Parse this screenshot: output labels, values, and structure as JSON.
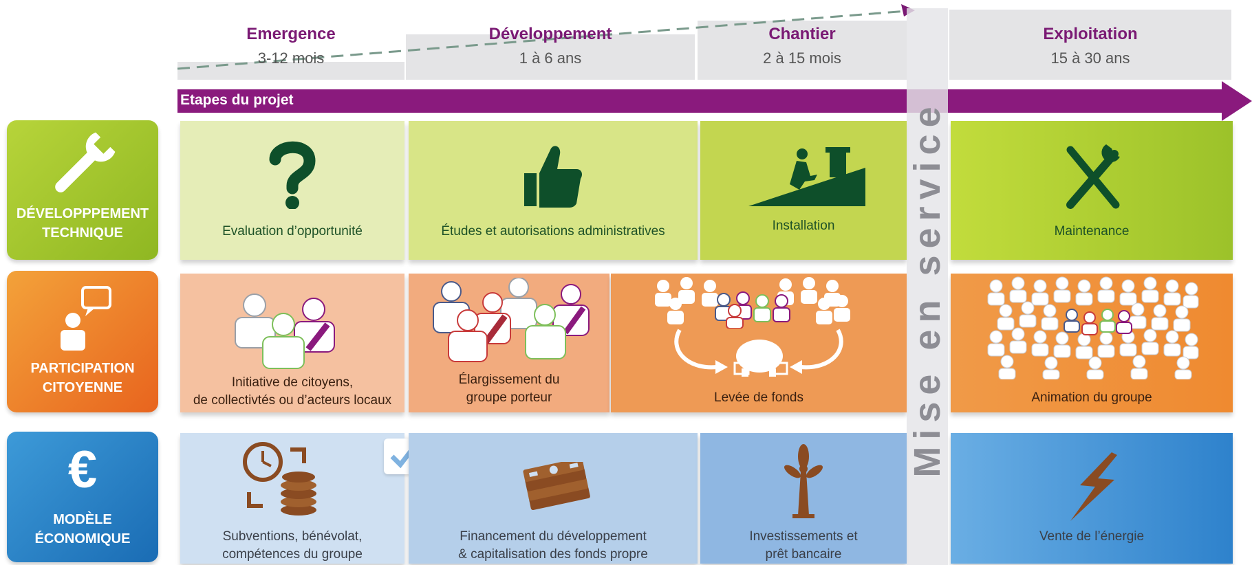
{
  "phases": [
    {
      "name": "Emergence",
      "duration": "3-12 mois"
    },
    {
      "name": "Développement",
      "duration": "1 à 6 ans"
    },
    {
      "name": "Chantier",
      "duration": "2 à 15 mois"
    },
    {
      "name": "Exploitation",
      "duration": "15 à 30 ans"
    }
  ],
  "timeline": {
    "label": "Etapes du projet"
  },
  "service_band": {
    "label": "Mise en service"
  },
  "rows": {
    "technique": {
      "label_line1": "DÉVELOPPPEMENT",
      "label_line2": "TECHNIQUE",
      "cells": [
        "Evaluation d’opportunité",
        "Études et autorisations administratives",
        "Installation",
        "Maintenance"
      ]
    },
    "participation": {
      "label_line1": "PARTICIPATION",
      "label_line2": "CITOYENNE",
      "cells": [
        {
          "line1": "Initiative de citoyens,",
          "line2": "de collectivtés ou d’acteurs locaux"
        },
        {
          "line1": "Élargissement du",
          "line2": "groupe porteur"
        },
        {
          "line1": "Levée de fonds",
          "line2": ""
        },
        {
          "line1": "Animation du groupe",
          "line2": ""
        }
      ]
    },
    "economique": {
      "label_line1": "MODÈLE",
      "label_line2": "ÉCONOMIQUE",
      "cells": [
        {
          "line1": "Subventions, bénévolat,",
          "line2": "compétences du groupe"
        },
        {
          "line1": "Financement du développement",
          "line2": "& capitalisation des fonds propre"
        },
        {
          "line1": "Investissements et",
          "line2": "prêt bancaire"
        },
        {
          "line1": "Vente de l’énergie",
          "line2": ""
        }
      ]
    }
  },
  "icons": {
    "technique": "wrench-icon",
    "participation": "speaking-person-icon",
    "economique": "euro-icon",
    "opportunity": "question-mark-icon",
    "studies": "thumbs-up-icon",
    "installation": "roofer-icon",
    "maintenance": "tools-icon",
    "subsidies": "clock-coins-icon",
    "financing": "banknotes-icon",
    "investment": "wind-turbine-icon",
    "energy": "lightning-icon",
    "checkbox": "checkmark-icon"
  },
  "colors": {
    "accent_purple": "#8a1a7d",
    "phase_title": "#7a1a74",
    "technique": "#9bc12a",
    "participation": "#ee7a22",
    "economique": "#1f7fc4",
    "icon_green": "#0e4f2a",
    "icon_brown": "#8a4b22"
  }
}
